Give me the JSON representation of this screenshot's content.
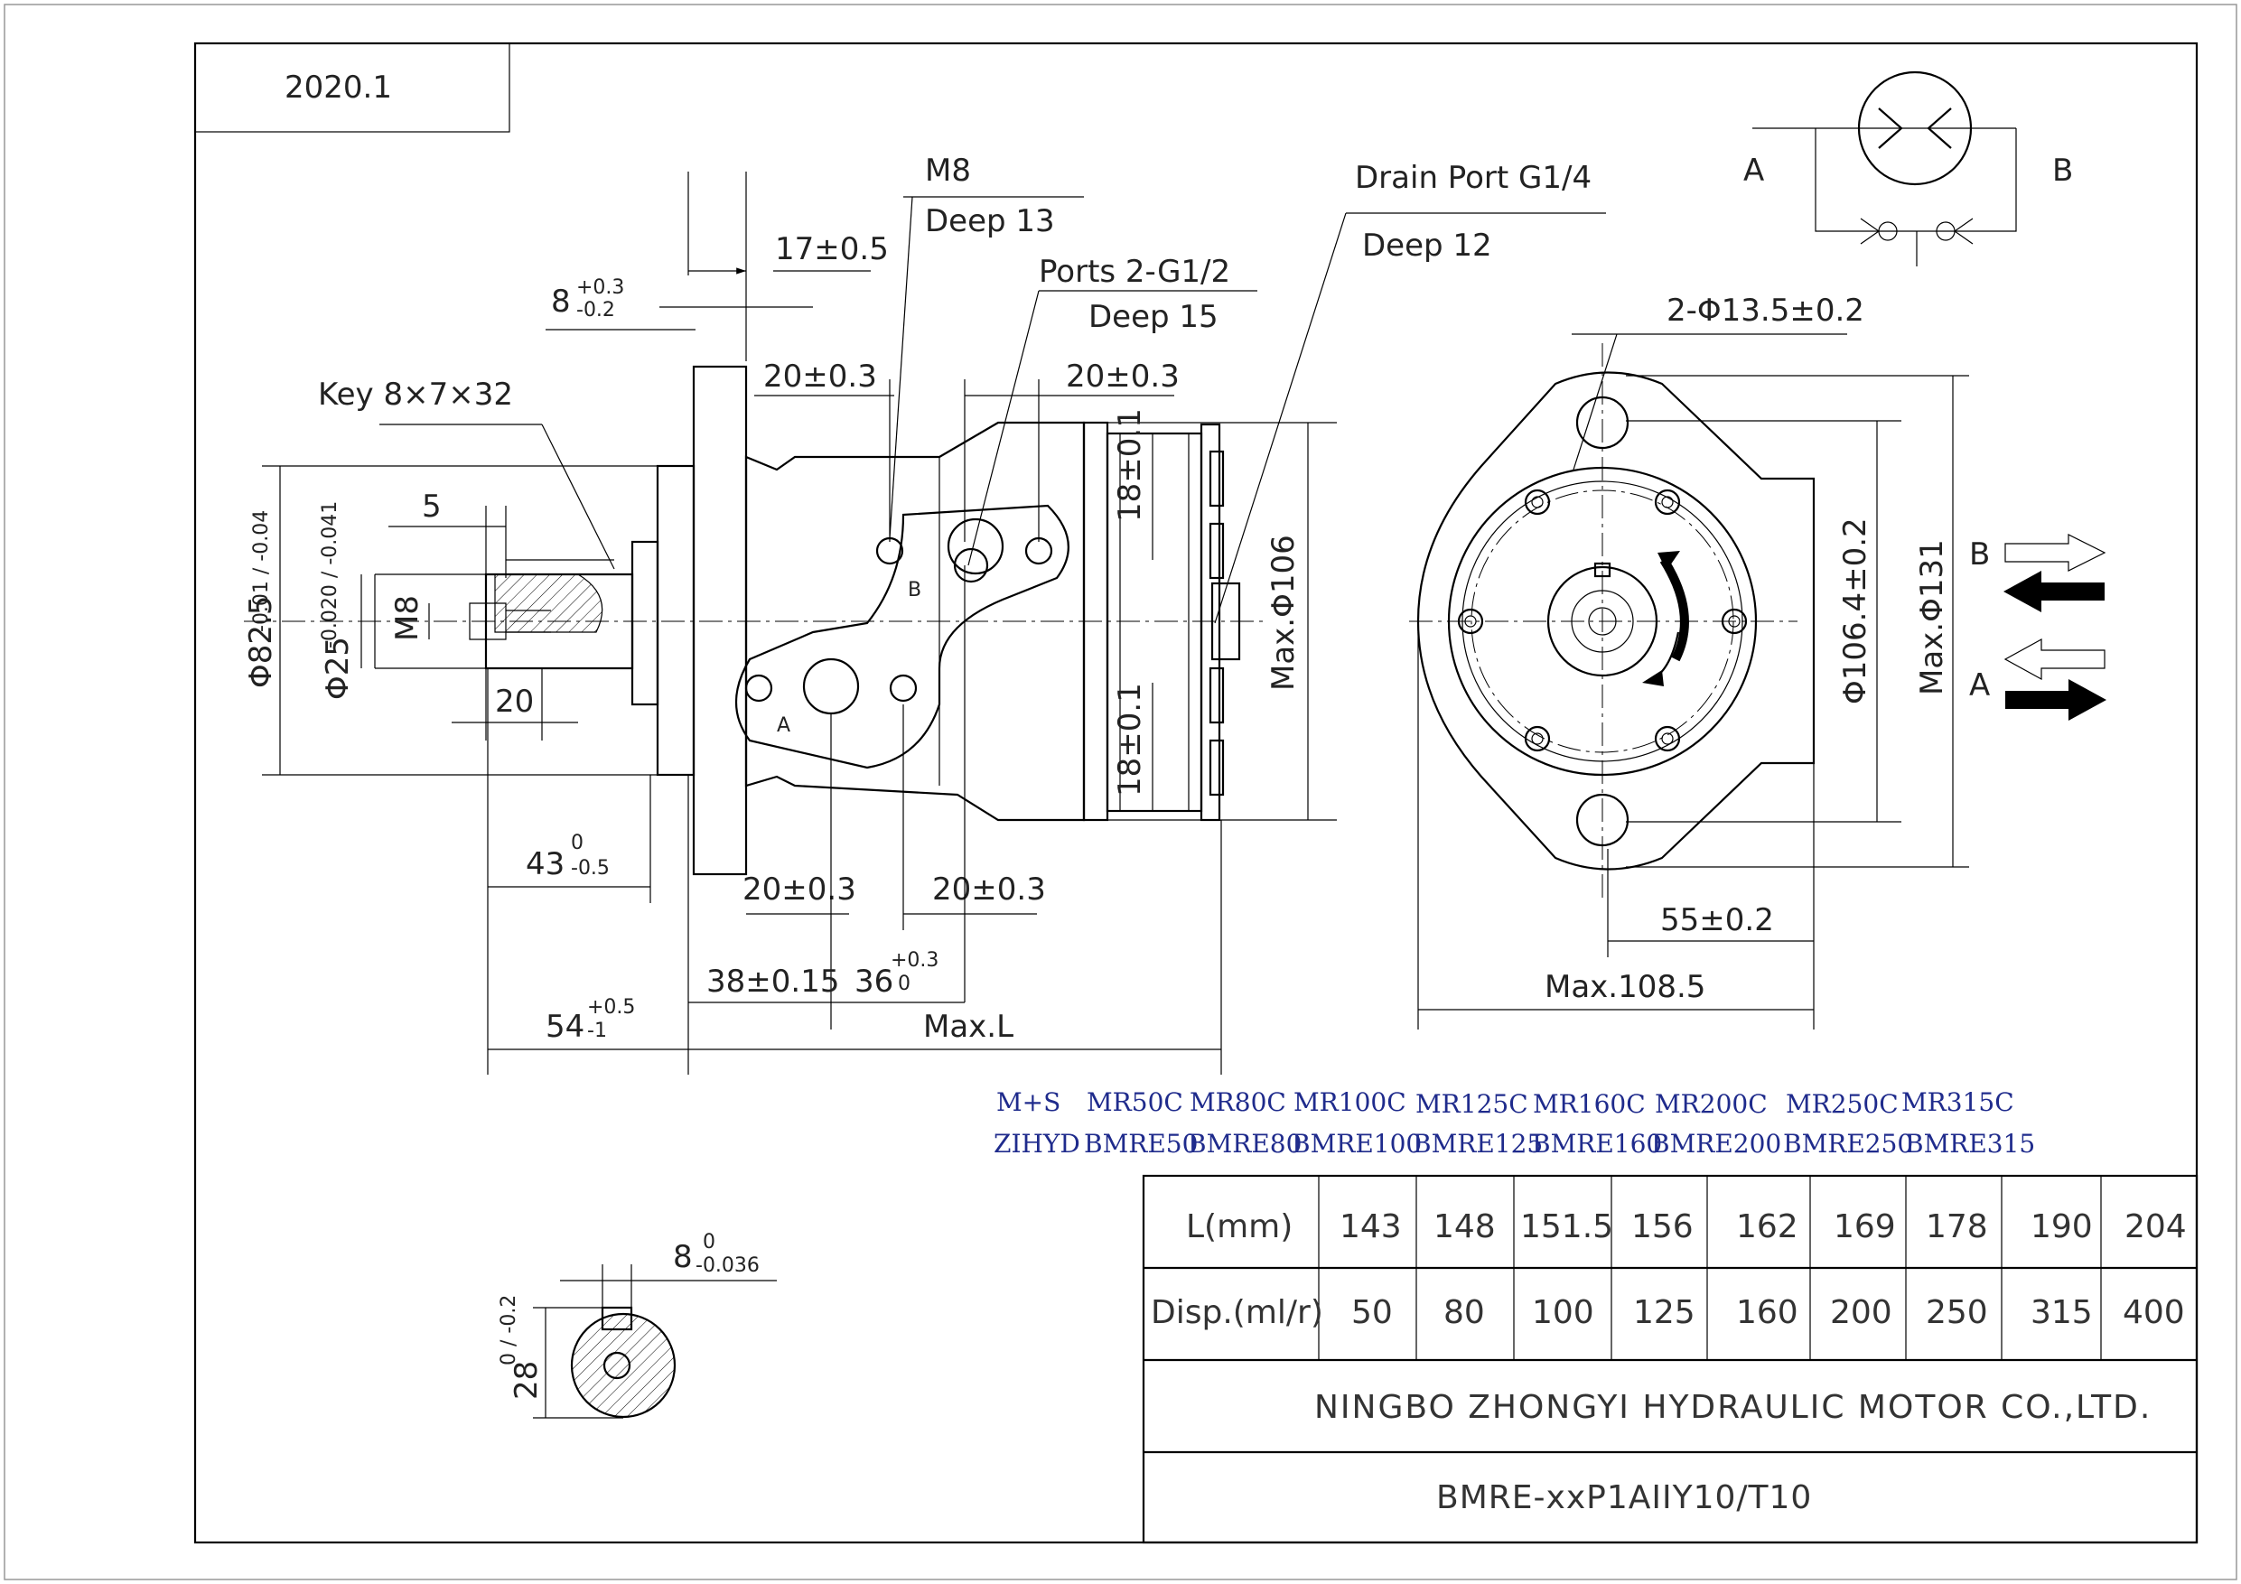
{
  "date_box": "2020.1",
  "labels": {
    "m8": "M8",
    "deep13": "Deep 13",
    "drain_port": "Drain Port G1/4",
    "deep12": "Deep 12",
    "ports": "Ports 2-G1/2",
    "deep15": "Deep 15",
    "key": "Key 8×7×32",
    "dim_17": "17±0.5",
    "dim_8": "8",
    "dim_8_tol_up": "+0.3",
    "dim_8_tol_dn": "-0.2",
    "dim_20a": "20±0.3",
    "dim_20b": "20±0.3",
    "dim_20c": "20±0.3",
    "dim_20d": "20±0.3",
    "dim_5": "5",
    "dim_m8_shaft": "M8",
    "dim_20_shaft": "20",
    "dia_825": "Φ82.5",
    "dia_825_tol": "-0.01 / -0.04",
    "dia_25": "Φ25",
    "dia_25_tol": "-0.020 / -0.041",
    "max_106": "Max.Φ106",
    "dim_18a": "18±0.1",
    "dim_18b": "18±0.1",
    "dim_43": "43",
    "dim_43_tol_up": "0",
    "dim_43_tol_dn": "-0.5",
    "dim_38": "38±0.15",
    "dim_36": "36",
    "dim_36_tol_up": "+0.3",
    "dim_36_tol_dn": "0",
    "dim_54": "54",
    "dim_54_tol_up": "+0.5",
    "dim_54_tol_dn": "-1",
    "max_l": "Max.L",
    "port_a": "A",
    "port_b": "B",
    "holes": "2-Φ13.5±0.2",
    "dia_1064": "Φ106.4±0.2",
    "max_131": "Max.Φ131",
    "dim_55": "55±0.2",
    "max_1085": "Max.108.5",
    "flow_b": "B",
    "flow_a": "A",
    "sym_a": "A",
    "sym_b": "B",
    "key_w": "8",
    "key_w_tol_up": "0",
    "key_w_tol_dn": "-0.036",
    "key_h": "28",
    "key_h_tol": "0 / -0.2"
  },
  "series": {
    "row1_label": "M+S",
    "row2_label": "ZIHYD",
    "row1": [
      "MR50C",
      "MR80C",
      "MR100C",
      "MR125C",
      "MR160C",
      "MR200C",
      "MR250C",
      "MR315C"
    ],
    "row2": [
      "BMRE50",
      "BMRE80",
      "BMRE100",
      "BMRE125",
      "BMRE160",
      "BMRE200",
      "BMRE250",
      "BMRE315"
    ]
  },
  "table": {
    "l_label": "L(mm)",
    "disp_label": "Disp.(ml/r)",
    "l_values": [
      "143",
      "148",
      "151.5",
      "156",
      "162",
      "169",
      "178",
      "190",
      "204"
    ],
    "disp_values": [
      "50",
      "80",
      "100",
      "125",
      "160",
      "200",
      "250",
      "315",
      "400"
    ],
    "company": "NINGBO ZHONGYI HYDRAULIC MOTOR CO.,LTD.",
    "model": "BMRE-xxP1AIIY10/T10"
  }
}
